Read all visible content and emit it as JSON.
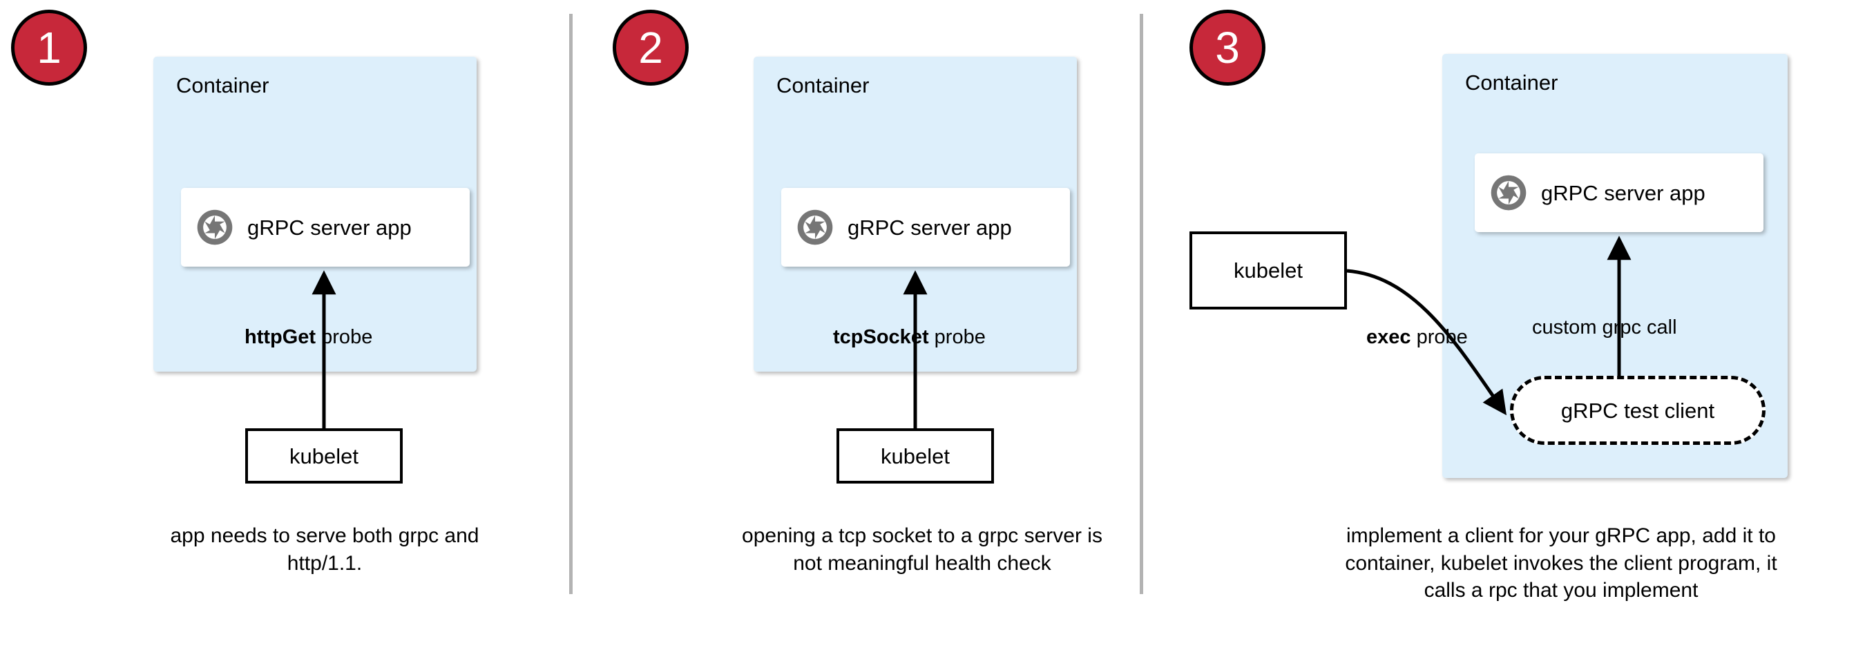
{
  "diagram": {
    "title": "Three approaches to gRPC health probing in Kubernetes",
    "colors": {
      "badge_fill": "#c7283a",
      "badge_border": "#000000",
      "badge_text": "#ffffff",
      "container_fill": "#ddeffb",
      "card_fill": "#ffffff",
      "stroke": "#000000",
      "divider": "#b3b3b3",
      "icon_gray": "#767676"
    }
  },
  "panels": [
    {
      "step": "1",
      "container_label": "Container",
      "app_label": "gRPC server app",
      "app_icon": "grpc-aperture-icon",
      "probe_label_bold": "httpGet",
      "probe_label_rest": " probe",
      "kubelet_label": "kubelet",
      "caption": "app needs to serve both grpc and http/1.1."
    },
    {
      "step": "2",
      "container_label": "Container",
      "app_label": "gRPC server app",
      "app_icon": "grpc-aperture-icon",
      "probe_label_bold": "tcpSocket",
      "probe_label_rest": " probe",
      "kubelet_label": "kubelet",
      "caption": "opening a tcp socket to a grpc server is not meaningful health check"
    },
    {
      "step": "3",
      "container_label": "Container",
      "app_label": "gRPC server app",
      "app_icon": "grpc-aperture-icon",
      "probe_label_bold": "exec",
      "probe_label_rest": " probe",
      "kubelet_label": "kubelet",
      "test_client_label": "gRPC test client",
      "call_label": "custom grpc call",
      "caption": "implement a client for your gRPC app, add it to container, kubelet invokes the client program, it calls a rpc that you implement"
    }
  ]
}
